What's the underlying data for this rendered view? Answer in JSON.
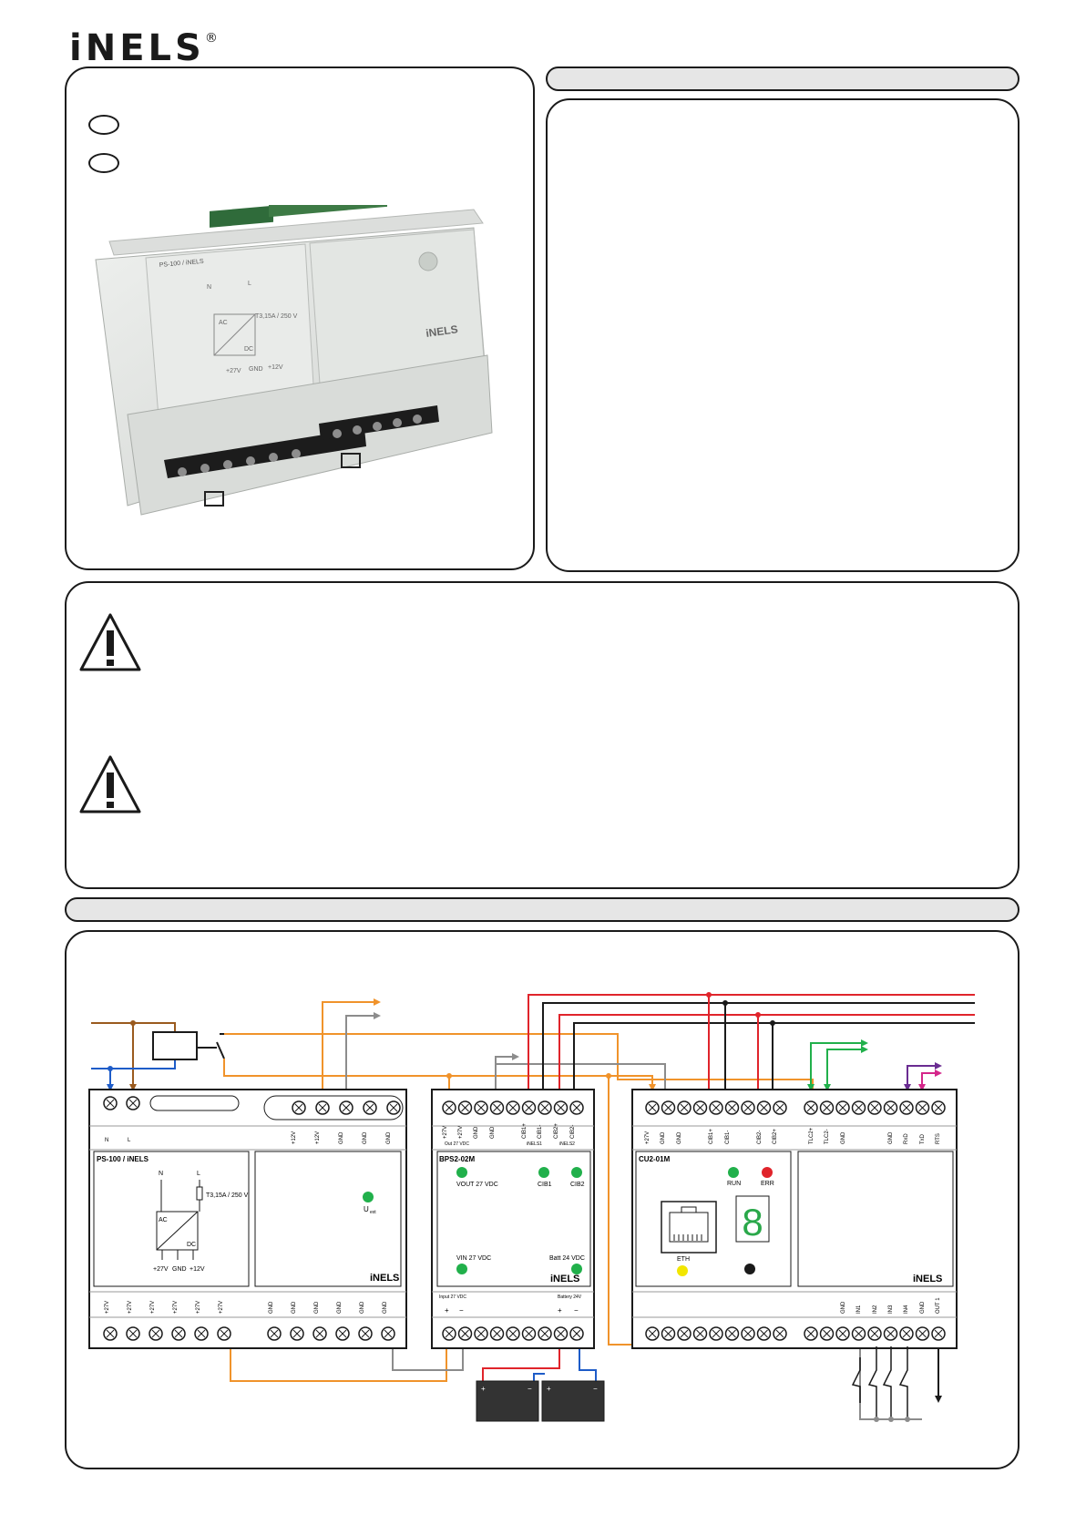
{
  "brand": {
    "name": "iNELS",
    "reg": "®"
  },
  "product_photo": {
    "module_label": "PS-100 / iNELS",
    "neutral": "N",
    "line": "L",
    "fuse": "T3,15A / 250 V",
    "ac": "AC",
    "dc": "DC",
    "out_27": "+27V",
    "gnd": "GND",
    "out_12": "+12V",
    "brand": "iNELS"
  },
  "ps100": {
    "title": "PS-100 / iNELS",
    "top_terminals": [
      "N",
      "L",
      "+12V",
      "+12V",
      "GND",
      "GND",
      "GND"
    ],
    "fuse": "T3,15A / 250 V",
    "n": "N",
    "l": "L",
    "ac": "AC",
    "dc": "DC",
    "out_labels": [
      "+27V",
      "GND",
      "+12V"
    ],
    "led": "U",
    "led_sub": "ext",
    "brand": "iNELS",
    "bottom_terminals": [
      "+27V",
      "+27V",
      "+27V",
      "+27V",
      "+27V",
      "+27V",
      "GND",
      "GND",
      "GND",
      "GND",
      "GND",
      "GND"
    ]
  },
  "bps": {
    "title": "BPS2-02M",
    "top_terminals": [
      "+27V",
      "+27V",
      "GND",
      "GND",
      "CIB1+",
      "CIB1-",
      "CIB2+",
      "CIB2-"
    ],
    "top_groups": [
      "Out 27 VDC",
      "iNELS1",
      "iNELS2"
    ],
    "vout": "VOUT 27 VDC",
    "cib1": "CIB1",
    "cib2": "CIB2",
    "vin": "VIN 27 VDC",
    "batt": "Batt 24 VDC",
    "brand": "iNELS",
    "bottom_groups": [
      "Input 27 VDC",
      "Battery 24V"
    ],
    "bottom_signs": [
      "+",
      "−",
      "+",
      "−"
    ]
  },
  "cu": {
    "title": "CU2-01M",
    "top_terminals": [
      "+27V",
      "GND",
      "GND",
      "CIB1+",
      "CIB1-",
      "CIB2-",
      "CIB2+",
      "TLC2+",
      "TLC2-",
      "GND",
      "GND",
      "RxD",
      "TxD",
      "RTS"
    ],
    "run": "RUN",
    "err": "ERR",
    "eth": "ETH",
    "display_digit": "8",
    "brand": "iNELS",
    "bottom_terminals": [
      "GND",
      "IN1",
      "IN2",
      "IN3",
      "IN4",
      "GND",
      "OUT 1"
    ]
  },
  "battery": {
    "plus": "+",
    "minus": "−"
  },
  "colors": {
    "orange": "#f0932b",
    "gray": "#8c8c8c",
    "red": "#e0242b",
    "black": "#1a1a1a",
    "blue": "#1e5cc8",
    "brown": "#9a5a1e",
    "green": "#21b04b",
    "purple": "#6a2c91",
    "magenta": "#d4268a",
    "yellow": "#f2e600",
    "seg_green": "#2aa84a"
  },
  "icons": [
    "warning-triangle-icon",
    "led-icon",
    "rj45-port-icon",
    "seven-segment-icon",
    "battery-icon",
    "switch-icon"
  ]
}
